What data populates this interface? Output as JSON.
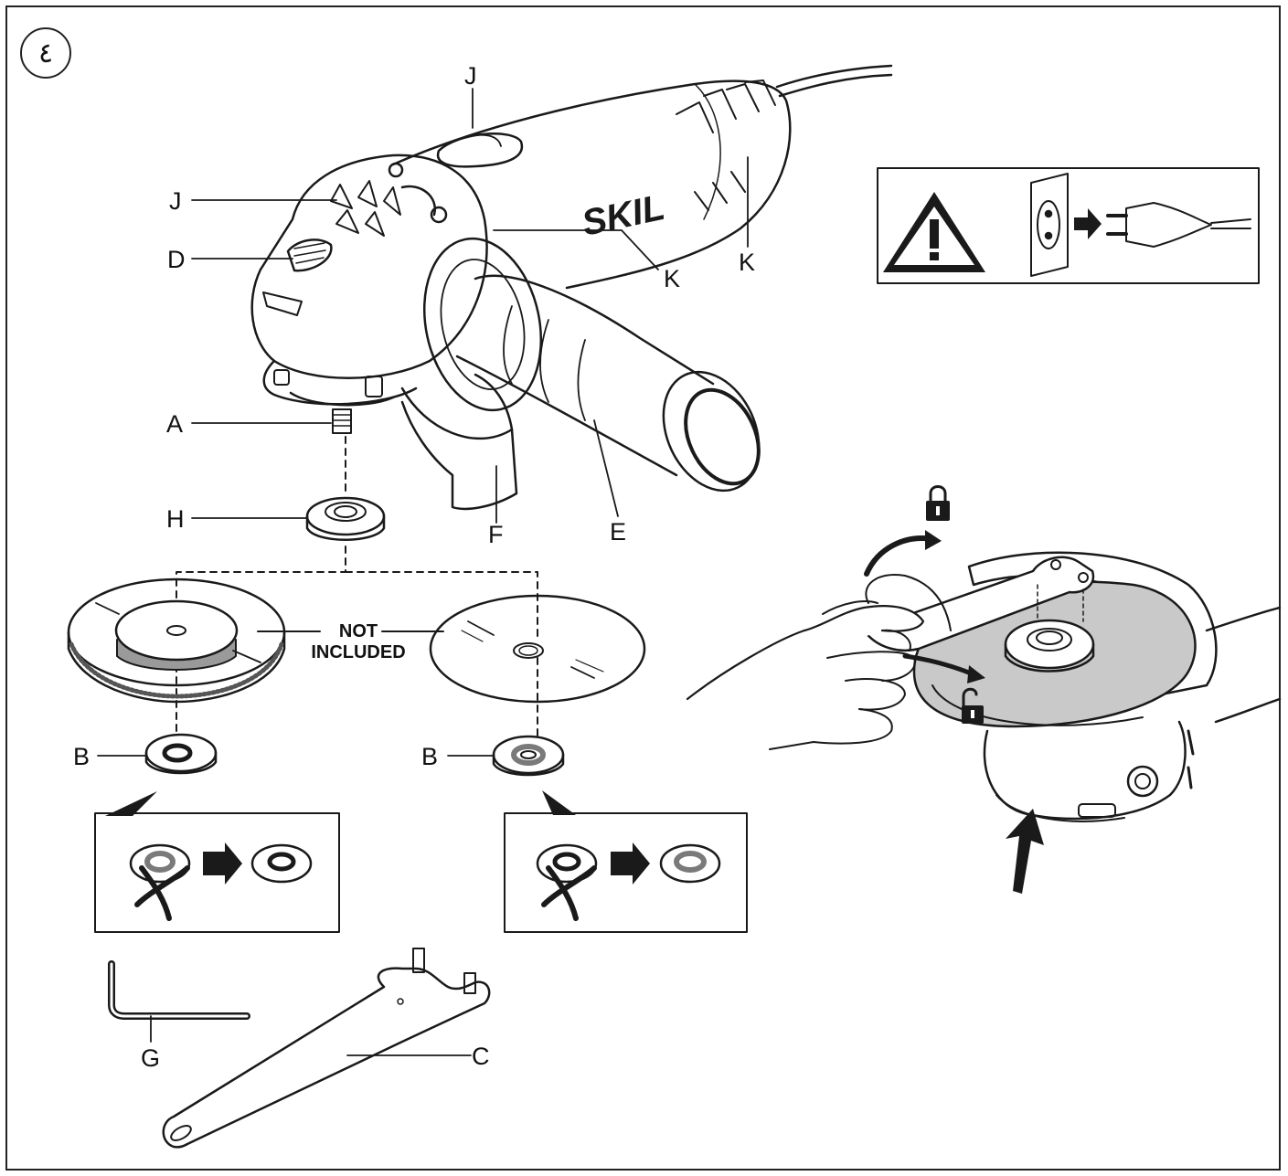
{
  "figure": {
    "number": "٤",
    "brand": "SKIL",
    "note_line1": "NOT",
    "note_line2": "INCLUDED"
  },
  "labels": {
    "J_top": "J",
    "J_left": "J",
    "D": "D",
    "K_mid": "K",
    "K_right": "K",
    "A": "A",
    "H": "H",
    "F": "F",
    "E": "E",
    "B_left": "B",
    "B_right": "B",
    "G": "G",
    "C": "C"
  },
  "icons": {
    "warning": "warning-triangle-icon",
    "unplug": "unplug-from-socket-icon",
    "lock": "padlock-locked-icon",
    "unlock": "padlock-open-icon"
  },
  "colors": {
    "line": "#1a1a1a",
    "disc_fill": "#c9c9c9",
    "shade": "#8a8a8a"
  }
}
